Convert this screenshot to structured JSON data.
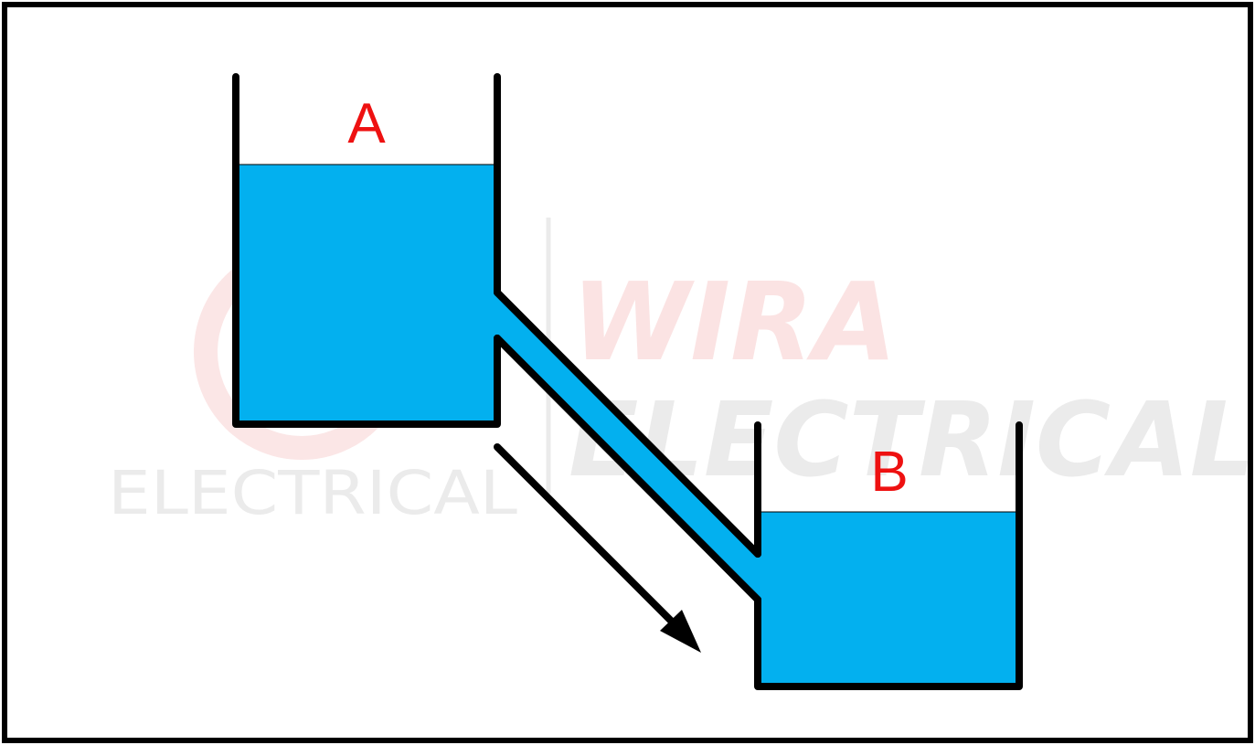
{
  "diagram": {
    "tank_a_label": "A",
    "tank_b_label": "B",
    "watermark": {
      "line1": "WIRA",
      "line2": "ELECTRICAL",
      "line3": "ELECTRICAL"
    }
  },
  "colors": {
    "water": "#03b0ef",
    "outline": "#000000",
    "label": "#ee1111",
    "watermark_gray": "#ebebeb",
    "watermark_red": "#fbe3e3"
  }
}
